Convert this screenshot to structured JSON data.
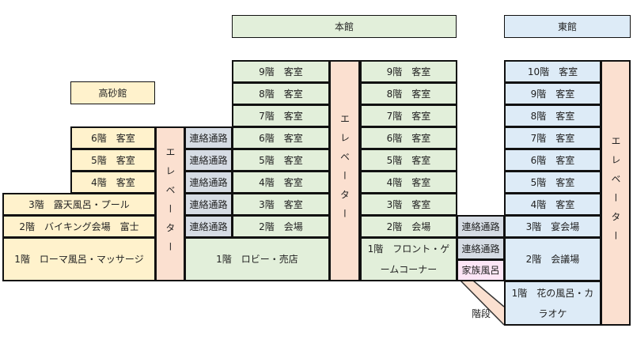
{
  "headers": {
    "main": "本館",
    "east": "東館",
    "takasago": "高砂館"
  },
  "takasago": {
    "floors": [
      "6階　客室",
      "5階　客室",
      "4階　客室",
      "3階　露天風呂・プール",
      "2階　バイキング会場　富士",
      "1階　ローマ風呂・マッサージ"
    ],
    "elevator": "エレベーター",
    "corridors": [
      "連絡通路",
      "連絡通路",
      "連絡通路",
      "連絡通路",
      "連絡通路"
    ]
  },
  "main": {
    "left": [
      "9階　客室",
      "8階　客室",
      "7階　客室",
      "6階　客室",
      "5階　客室",
      "4階　客室",
      "3階　客室",
      "2階　会場",
      "1階　ロビー・売店"
    ],
    "elevator": "エレベーター",
    "right": [
      "9階　客室",
      "8階　客室",
      "7階　客室",
      "6階　客室",
      "5階　客室",
      "4階　客室",
      "3階　客室",
      "2階　会場",
      "1階　フロント・ゲームコーナー"
    ]
  },
  "connector": [
    "連絡通路",
    "連絡通路",
    "家族風呂"
  ],
  "east": {
    "floors": [
      "10階　客室",
      "9階　客室",
      "8階　客室",
      "7階　客室",
      "6階　客室",
      "5階　客室",
      "4階　客室",
      "3階　宴会場",
      "2階　会議場",
      "1階　花の風呂・カラオケ"
    ],
    "elevator": "エレベーター"
  },
  "stairs": "階段",
  "colors": {
    "takasago": "#fff2cc",
    "main": "#e2efda",
    "east": "#ddebf7",
    "elevator": "#fbe0d0",
    "corridor": "#d6dce4",
    "family_bath": "#fde6f6"
  }
}
